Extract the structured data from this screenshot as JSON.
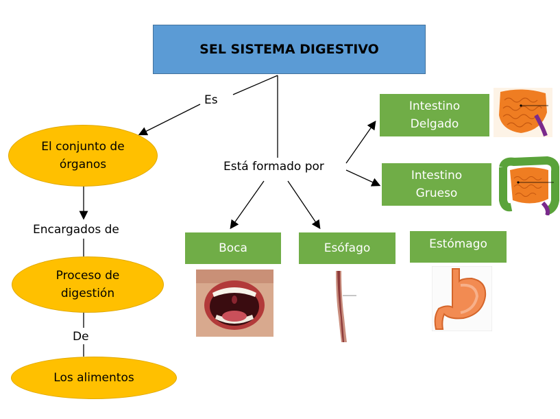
{
  "title": "SEL SISTEMA DIGESTIVO",
  "links": {
    "es": "Es",
    "formado": "Está formado por",
    "encargados": "Encargados de",
    "de": "De"
  },
  "ovals": {
    "conjunto": "El conjunto de órganos",
    "proceso": "Proceso de digestión",
    "alimentos": "Los alimentos"
  },
  "organs": {
    "intestino_delgado": "Intestino Delgado",
    "intestino_grueso": "Intestino Grueso",
    "boca": "Boca",
    "esofago": "Esófago",
    "estomago": "Estómago"
  },
  "colors": {
    "title_fill": "#5b9bd5",
    "oval_fill": "#ffc000",
    "organ_fill": "#70ad47"
  }
}
